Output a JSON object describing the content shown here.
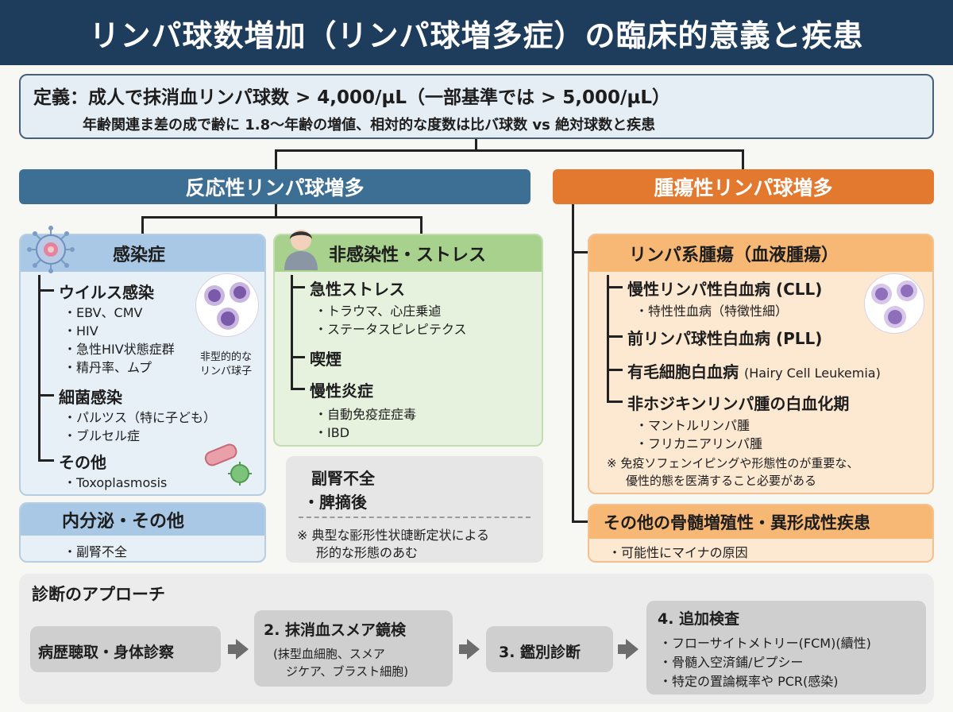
{
  "title": "リンパ球数増加（リンパ球増多症）の臨床的意義と疾患",
  "definition": {
    "line1": "定義：成人で抹消血リンパ球数 > 4,000/µL（一部基準では > 5,000/µL）",
    "line2": "年齢関連ま差の成で齢に 1.8〜年齢の増値、相対的な度数は比バ球数 vs 絶対球数と疾患"
  },
  "reactive": {
    "banner": "反応性リンパ球増多",
    "infection": {
      "title": "感染症",
      "viral": "ウイルス感染",
      "viral_items": [
        "・EBV、CMV",
        "・HIV",
        "・急性HIV状態症群",
        "・精丹率、ムプ"
      ],
      "atypical_label_1": "非型的的な",
      "atypical_label_2": "リンパ球子",
      "bacterial": "細菌感染",
      "bacterial_items": [
        "・パルツス（特に子ども）",
        "・ブルセル症"
      ],
      "other": "その他",
      "other_items": [
        "・Toxoplasmosis"
      ]
    },
    "endocrine": {
      "title": "内分泌・その他",
      "items": [
        "・副腎不全"
      ]
    },
    "stress": {
      "title": "非感染性・ストレス",
      "acute": "急性ストレス",
      "acute_items": [
        "・トラウマ、心庄乗逌",
        "・ステータスピレピテクス"
      ],
      "smoking": "喫煙",
      "chronic": "慢性炎症",
      "chronic_items": [
        "・自動免疫症症毒",
        "・IBD"
      ]
    },
    "adrenal_box": {
      "line1": "副腎不全",
      "line2": "・脾摘後",
      "note1": "※ 典型な彨形性状䑖断定状による",
      "note2": "形的な形態のあむ"
    }
  },
  "neoplastic": {
    "banner": "腫瘍性リンパ球増多",
    "lymphoid": {
      "title": "リンパ系腫瘍（血液腫瘍）",
      "cll": "慢性リンパ性白血病 (CLL)",
      "cll_sub": "・特性性血病（特徴性細）",
      "pll": "前リンパ球性白血病 (PLL)",
      "hcl": "有毛細胞白血病",
      "hcl_en": "(Hairy Cell Leukemia)",
      "nhl": "非ホジキンリンパ腫の白血化期",
      "nhl_items": [
        "・マントルリンパ腫",
        "・フリカニアリンパ腫"
      ],
      "note1": "※ 免疫ソフェンイピングや形態性のが重要な、",
      "note2": "優性的態を医満すること必要がある"
    },
    "mpn": {
      "title": "その他の骨髄増殖性・異形成性疾患",
      "items": [
        "・可能性にマイナの原因"
      ]
    }
  },
  "diagnosis": {
    "title": "診断のアプローチ",
    "step1": "病歴聴取・身体診察",
    "step2": "2. 抹消血スメア鏡検",
    "step2_sub1": "(抹型血細胞、スメア",
    "step2_sub2": "ジケア、ブラスト細胞)",
    "step3": "3. 鑑別診断",
    "step4": "4. 追加検査",
    "step4_items": [
      "・フローサイトメトリー(FCM)(續性)",
      "・骨髄入空済鋪/ピプシー",
      "・特定の置論概率や PCR(感染)"
    ]
  },
  "colors": {
    "header": "#1e3c5c",
    "reactive": "#3d6f95",
    "neoplastic": "#e2792f",
    "infection": "#a9c8e6",
    "stress": "#a9d18e",
    "lymphoid": "#f7b775"
  },
  "icons": [
    "virus-icon",
    "person-icon",
    "lymphocyte-cells-icon",
    "bacteria-icon",
    "malignant-cells-icon",
    "arrow-right-icon"
  ]
}
